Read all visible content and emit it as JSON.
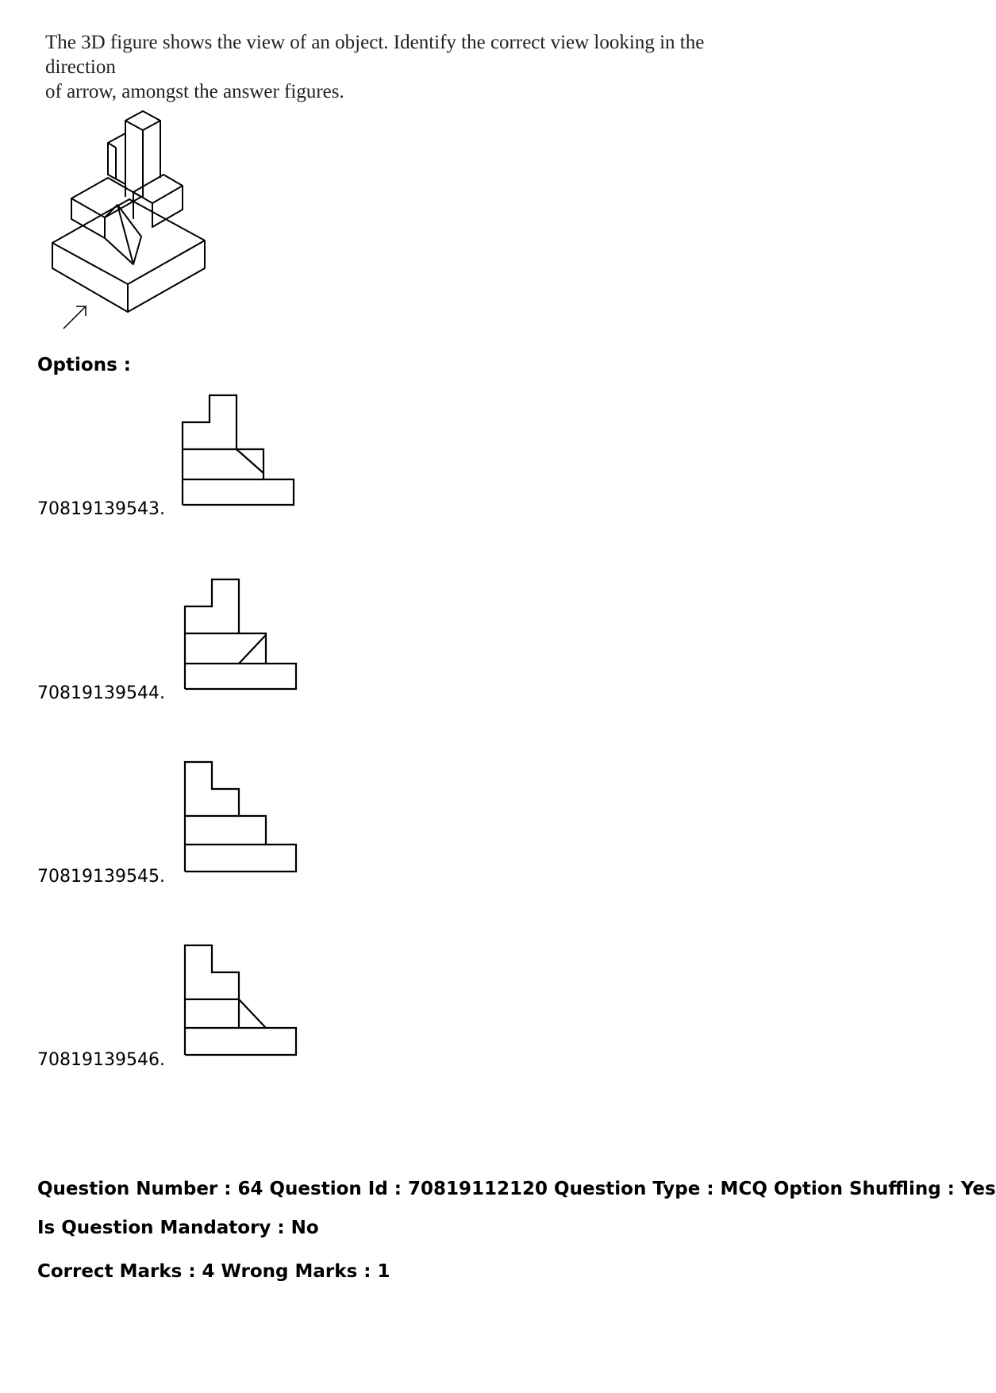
{
  "question": {
    "line1": "The 3D figure shows the view of an object.  Identify the correct view looking in the direction",
    "line2": "of arrow, amongst the answer figures."
  },
  "options_label": "Options :",
  "options": [
    {
      "id": "70819139543."
    },
    {
      "id": "70819139544."
    },
    {
      "id": "70819139545."
    },
    {
      "id": "70819139546."
    }
  ],
  "meta": {
    "line1": "Question Number : 64 Question Id : 70819112120 Question Type : MCQ Option Shuffling : Yes",
    "line2": "Is Question Mandatory : No",
    "line3": "Correct Marks : 4 Wrong Marks : 1"
  }
}
